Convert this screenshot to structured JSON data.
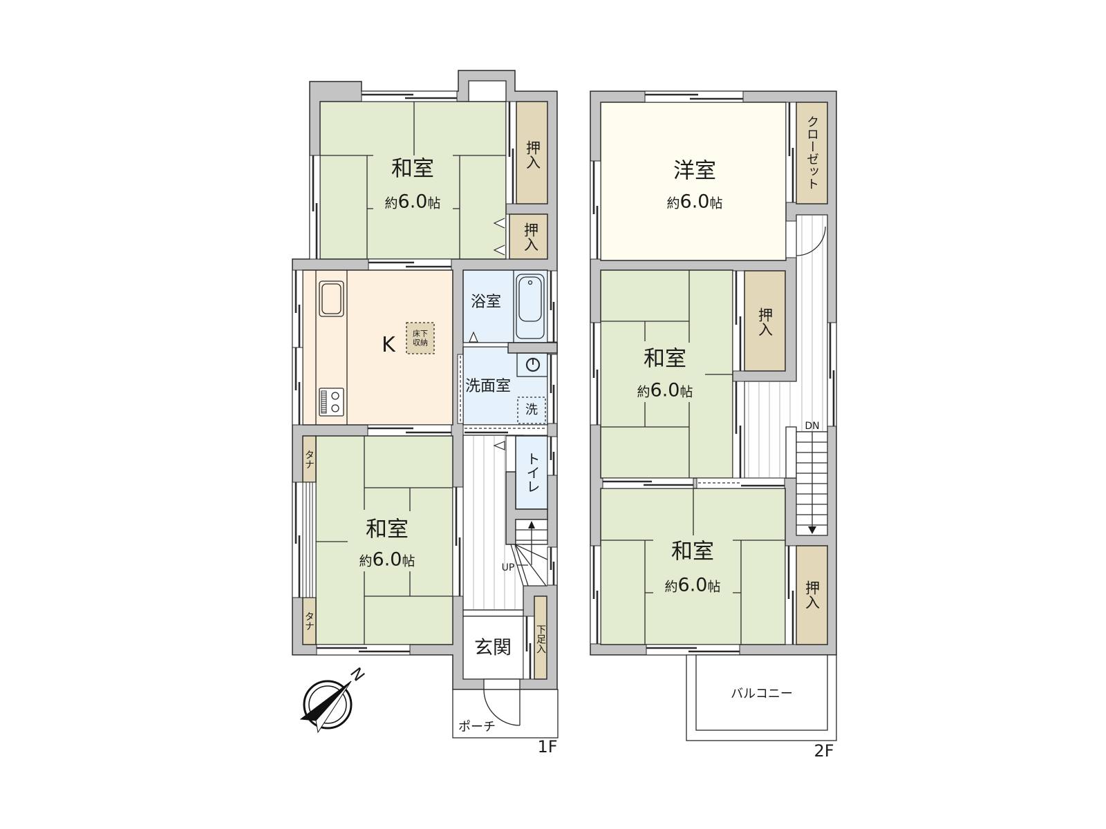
{
  "floor_1f": {
    "label": "1F",
    "stairs_label": "UP",
    "rooms": [
      {
        "name": "和室",
        "size": {
          "prefix": "約",
          "value": "6.0",
          "unit": "帖"
        }
      },
      {
        "name": "押入"
      },
      {
        "name": "押入"
      },
      {
        "name": "K"
      },
      {
        "name": "床下収納"
      },
      {
        "name": "浴室"
      },
      {
        "name": "洗面室"
      },
      {
        "name": "洗"
      },
      {
        "name": "トイレ"
      },
      {
        "name": "和室",
        "size": {
          "prefix": "約",
          "value": "6.0",
          "unit": "帖"
        }
      },
      {
        "name": "タナ"
      },
      {
        "name": "タナ"
      },
      {
        "name": "玄関"
      },
      {
        "name": "下足入"
      },
      {
        "name": "ポーチ"
      }
    ]
  },
  "floor_2f": {
    "label": "2F",
    "stairs_label": "DN",
    "rooms": [
      {
        "name": "洋室",
        "size": {
          "prefix": "約",
          "value": "6.0",
          "unit": "帖"
        }
      },
      {
        "name": "クローゼット"
      },
      {
        "name": "和室",
        "size": {
          "prefix": "約",
          "value": "6.0",
          "unit": "帖"
        }
      },
      {
        "name": "押入"
      },
      {
        "name": "和室",
        "size": {
          "prefix": "約",
          "value": "6.0",
          "unit": "帖"
        }
      },
      {
        "name": "押入"
      },
      {
        "name": "バルコニー"
      }
    ]
  },
  "compass": {
    "label": "N",
    "icon": "north-arrow-icon"
  },
  "colors": {
    "tatami": "#e3ecd0",
    "storage": "#e2d7b8",
    "kitchen": "#fdf0de",
    "western": "#fffdf0",
    "wet_area": "#e6f2fb",
    "wall": "#c4c4c4",
    "line": "#2a2a2a",
    "floorboard_stripe": "#cfcfcf"
  }
}
